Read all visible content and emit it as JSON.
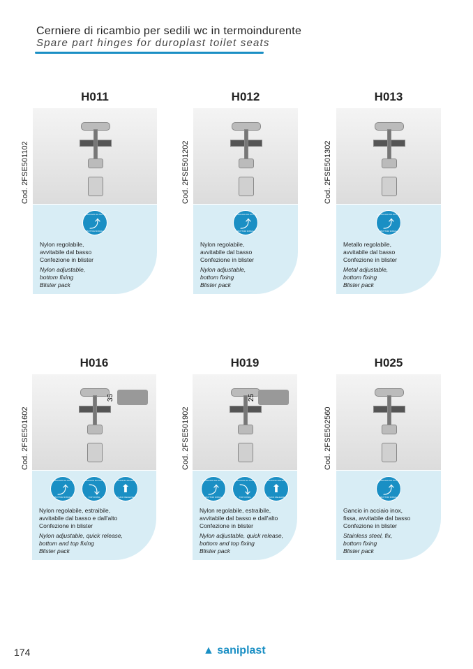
{
  "header": {
    "title_it": "Cerniere di ricambio per sedili wc in termoindurente",
    "title_en": "Spare part hinges for duroplast toilet seats"
  },
  "badge_labels": {
    "bottom": [
      "FISSAGGIO DA SOTTO",
      "BOTTOM FIXING"
    ],
    "top": [
      "FISSAGGIO DA SOPRA",
      "TOP FIXING"
    ],
    "quick": [
      "SGANCIO RAPIDO",
      "QUICK RELEASE"
    ]
  },
  "products": [
    {
      "name": "H011",
      "code": "Cod. 2FSE501102",
      "it": [
        "Nylon regolabile,",
        "avvitabile dal basso",
        "Confezione in blister"
      ],
      "en": [
        "Nylon adjustable,",
        "bottom fixing",
        "Blister pack"
      ]
    },
    {
      "name": "H012",
      "code": "Cod. 2FSE501202",
      "it": [
        "Nylon regolabile,",
        "avvitabile dal basso",
        "Confezione in blister"
      ],
      "en": [
        "Nylon adjustable,",
        "bottom fixing",
        "Blister pack"
      ]
    },
    {
      "name": "H013",
      "code": "Cod. 2FSE501302",
      "it": [
        "Metallo regolabile,",
        "avvitabile dal basso",
        "Confezione in blister"
      ],
      "en": [
        "Metal adjustable,",
        "bottom fixing",
        "Blister pack"
      ]
    },
    {
      "name": "H016",
      "code": "Cod. 2FSE501602",
      "dim": "35",
      "it": [
        "Nylon regolabile, estraibile,",
        "avvitabile dal basso e dall'alto",
        "Confezione in blister"
      ],
      "en": [
        "Nylon adjustable, quick release,",
        "bottom and top fixing",
        "Blister pack"
      ]
    },
    {
      "name": "H019",
      "code": "Cod. 2FSE501902",
      "dim": "25",
      "it": [
        "Nylon regolabile, estraibile,",
        "avvitabile dal basso e dall'alto",
        "Confezione in blister"
      ],
      "en": [
        "Nylon adjustable, quick release,",
        "bottom and top fixing",
        "Blister pack"
      ]
    },
    {
      "name": "H025",
      "code": "Cod. 2FSE502560",
      "it": [
        "Gancio in acciaio inox,",
        "fissa, avvitabile dal basso",
        "Confezione in blister"
      ],
      "en": [
        "Stainless steel, fix,",
        "bottom fixing",
        "Blister pack"
      ]
    }
  ],
  "footer": {
    "page": "174",
    "brand": "saniplast"
  },
  "colors": {
    "accent": "#1a8fc4",
    "panel": "#d8edf5"
  }
}
